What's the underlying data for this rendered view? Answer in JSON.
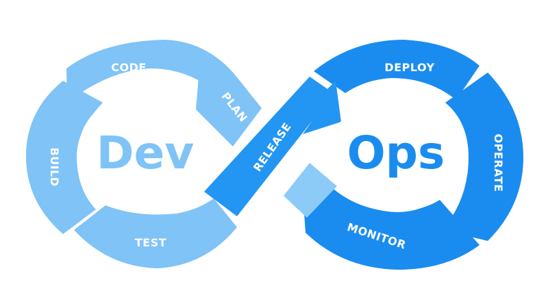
{
  "title": {
    "dev": "Dev",
    "ops": "Ops"
  },
  "stages": {
    "plan": "PLAN",
    "code": "CODE",
    "build": "BUILD",
    "test": "TEST",
    "release": "RELEASE",
    "deploy": "DEPLOY",
    "operate": "OPERATE",
    "monitor": "MONITOR"
  },
  "colors": {
    "dev_light": "#7fc3f7",
    "dev_light_alt": "#8ccbf8",
    "ops_dark": "#1a8cf0",
    "ops_dark_alt": "#2395f2",
    "dev_text": "#7fc3f7",
    "ops_text": "#1a8cf0"
  }
}
